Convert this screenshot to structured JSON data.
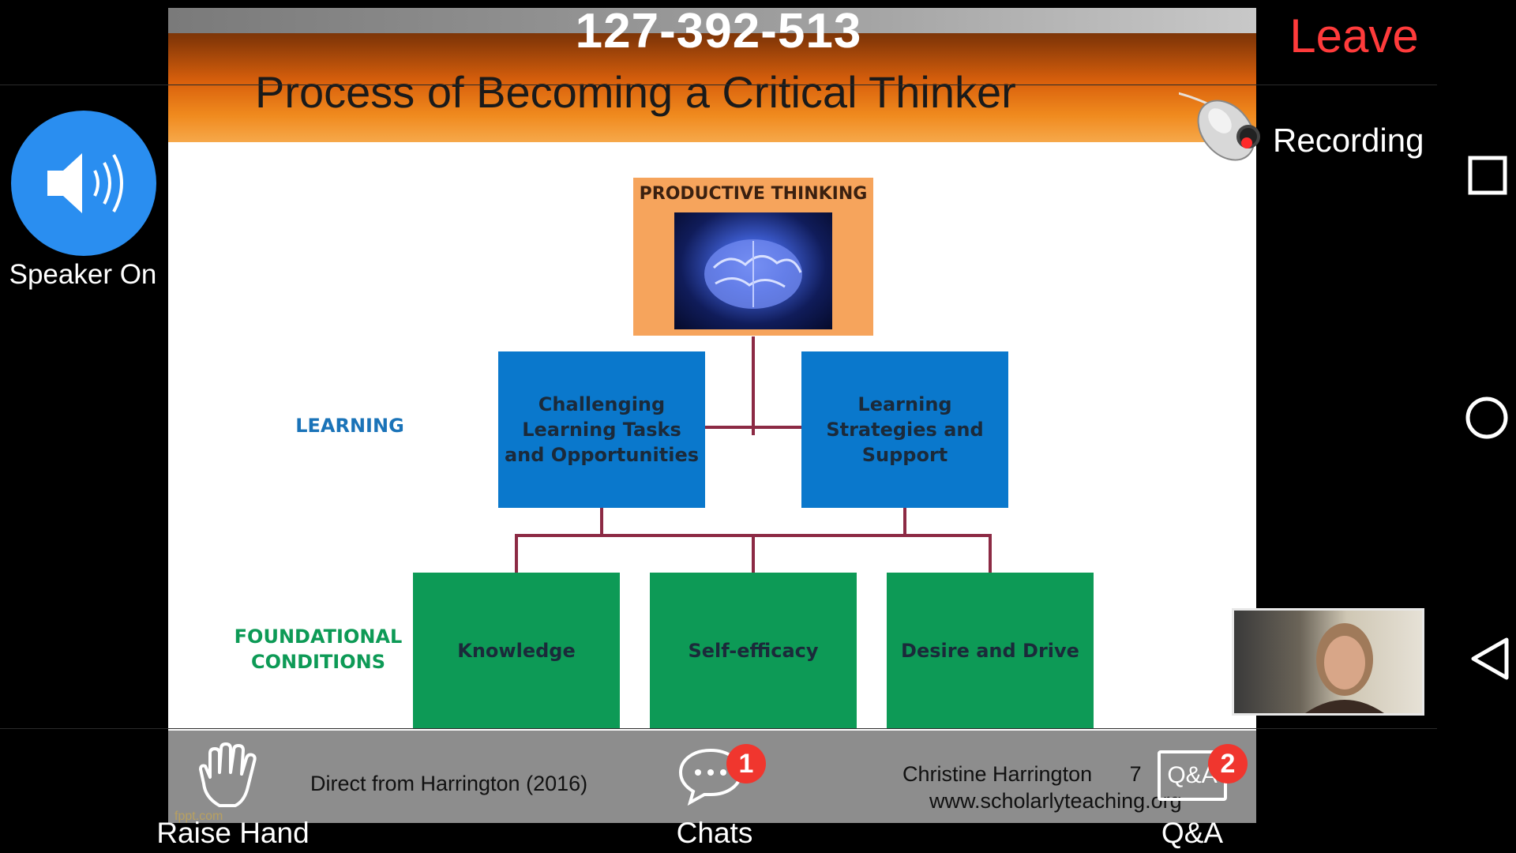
{
  "meeting": {
    "id": "127-392-513",
    "leave_label": "Leave",
    "recording_label": "Recording"
  },
  "speaker": {
    "label": "Speaker On"
  },
  "slide": {
    "title": "Process of Becoming a Critical Thinker",
    "top_box": "PRODUCTIVE THINKING",
    "learning_label": "LEARNING",
    "learning_boxes": [
      "Challenging Learning Tasks and Opportunities",
      "Learning Strategies and Support"
    ],
    "foundational_label": "FOUNDATIONAL CONDITIONS",
    "foundational_boxes": [
      "Knowledge",
      "Self-efficacy",
      "Desire and Drive"
    ],
    "credit": "Direct from Harrington (2016)",
    "author": "Christine Harrington",
    "page_number": "7",
    "website": "www.scholarlyteaching.org",
    "watermark": "fppt.com"
  },
  "controls": {
    "raise_hand_label": "Raise Hand",
    "chats_label": "Chats",
    "chats_badge": "1",
    "qa_label": "Q&A",
    "qa_icon_text": "Q&A",
    "qa_badge": "2"
  },
  "colors": {
    "accent": "#2a8ef0",
    "leave": "#ff3b3b",
    "badge": "#f0362e",
    "learning": "#0a78cc",
    "foundational": "#0d9a56"
  }
}
